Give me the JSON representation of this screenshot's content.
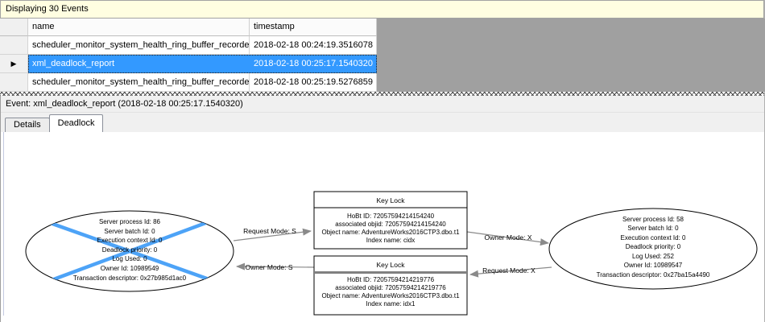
{
  "info_bar": {
    "text": "Displaying 30 Events"
  },
  "grid": {
    "header": {
      "name": "name",
      "timestamp": "timestamp"
    },
    "rows": [
      {
        "name": "scheduler_monitor_system_health_ring_buffer_recorded",
        "timestamp": "2018-02-18 00:24:19.3516078",
        "selected": false
      },
      {
        "name": "xml_deadlock_report",
        "timestamp": "2018-02-18 00:25:17.1540320",
        "selected": true
      },
      {
        "name": "scheduler_monitor_system_health_ring_buffer_recorded",
        "timestamp": "2018-02-18 00:25:19.5276859",
        "selected": false
      }
    ],
    "selected_row_indicator": "▶"
  },
  "event_bar": {
    "text": "Event: xml_deadlock_report (2018-02-18 00:25:17.1540320)"
  },
  "tabs": [
    {
      "label": "Details",
      "active": false
    },
    {
      "label": "Deadlock",
      "active": true
    }
  ],
  "deadlock_graph": {
    "process_left": {
      "victim": true,
      "lines": [
        "Server process Id: 86",
        "Server batch Id: 0",
        "Execution context Id: 0",
        "Deadlock priority: 0",
        "Log Used: 0",
        "Owner Id: 10989549",
        "Transaction descriptor: 0x27b985d1ac0"
      ]
    },
    "process_right": {
      "victim": false,
      "lines": [
        "Server process Id: 58",
        "Server batch Id: 0",
        "Execution context Id: 0",
        "Deadlock priority: 0",
        "Log Used: 252",
        "Owner Id: 10989547",
        "Transaction descriptor: 0x27ba15a4490"
      ]
    },
    "resource_top": {
      "title": "Key Lock",
      "lines": [
        "HoBt ID: 72057594214154240",
        "associated objid: 72057594214154240",
        "Object name: AdventureWorks2016CTP3.dbo.t1",
        "Index name: cidx"
      ]
    },
    "resource_bottom": {
      "title": "Key Lock",
      "lines": [
        "HoBt ID: 72057594214219776",
        "associated objid: 72057594214219776",
        "Object name: AdventureWorks2016CTP3.dbo.t1",
        "Index name: idx1"
      ]
    },
    "edge_labels": {
      "left_top": "Request Mode: S",
      "left_bottom": "Owner Mode: S",
      "right_top": "Owner Mode: X",
      "right_bottom": "Request Mode: X"
    }
  },
  "colors": {
    "selection_blue": "#3399ff",
    "victim_cross_blue": "#4da3f7",
    "edge_gray": "#8a8a8a",
    "info_bar_yellow": "#fffee1",
    "grid_filler_gray": "#a0a0a0"
  }
}
